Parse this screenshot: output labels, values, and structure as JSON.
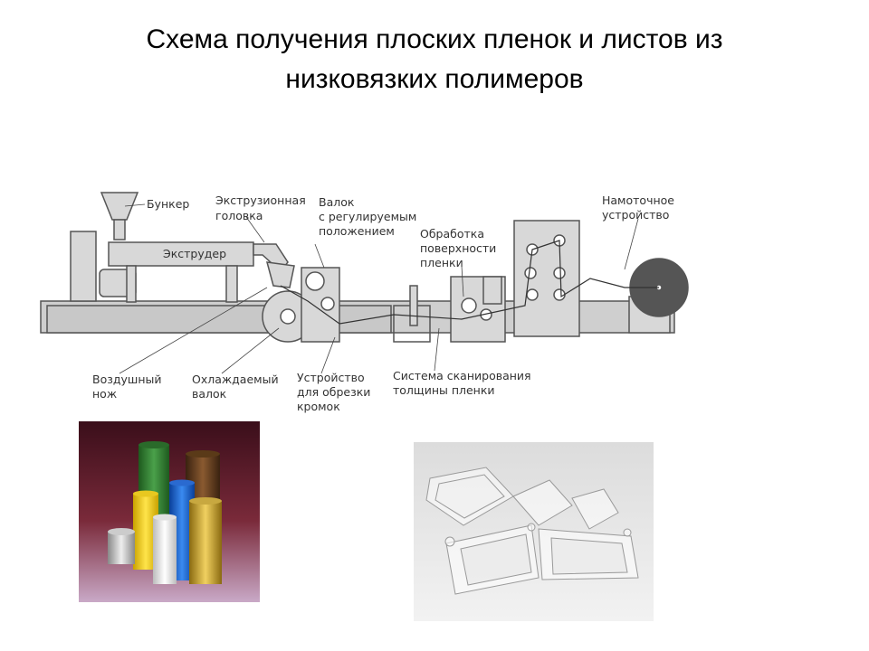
{
  "slide": {
    "title_line1": "Схема получения плоских пленок и листов из",
    "title_line2": "низковязких полимеров"
  },
  "diagram": {
    "labels": {
      "bunker": "Бункер",
      "head_1": "Экструзионная",
      "head_2": "головка",
      "extruder": "Экструдер",
      "roll_adj_1": "Валок",
      "roll_adj_2": "с регулируемым",
      "roll_adj_3": "положением",
      "surface_1": "Обработка",
      "surface_2": "поверхности",
      "surface_3": "пленки",
      "winder_1": "Намоточное",
      "winder_2": "устройство",
      "airknife_1": "Воздушный",
      "airknife_2": "нож",
      "chill_1": "Охлаждаемый",
      "chill_2": "валок",
      "trim_1": "Устройство",
      "trim_2": "для обрезки",
      "trim_3": "кромок",
      "scan_1": "Система сканирования",
      "scan_2": "толщины пленки"
    }
  },
  "colors": {
    "title": "#000000",
    "machine_fill": "#d8d8d8",
    "machine_stroke": "#555555",
    "rolls_bg": "#5a1a2a",
    "trays_bg": "#e6e6e6"
  },
  "images": {
    "rolls": "film-rolls-photo",
    "trays": "plastic-trays-photo"
  }
}
